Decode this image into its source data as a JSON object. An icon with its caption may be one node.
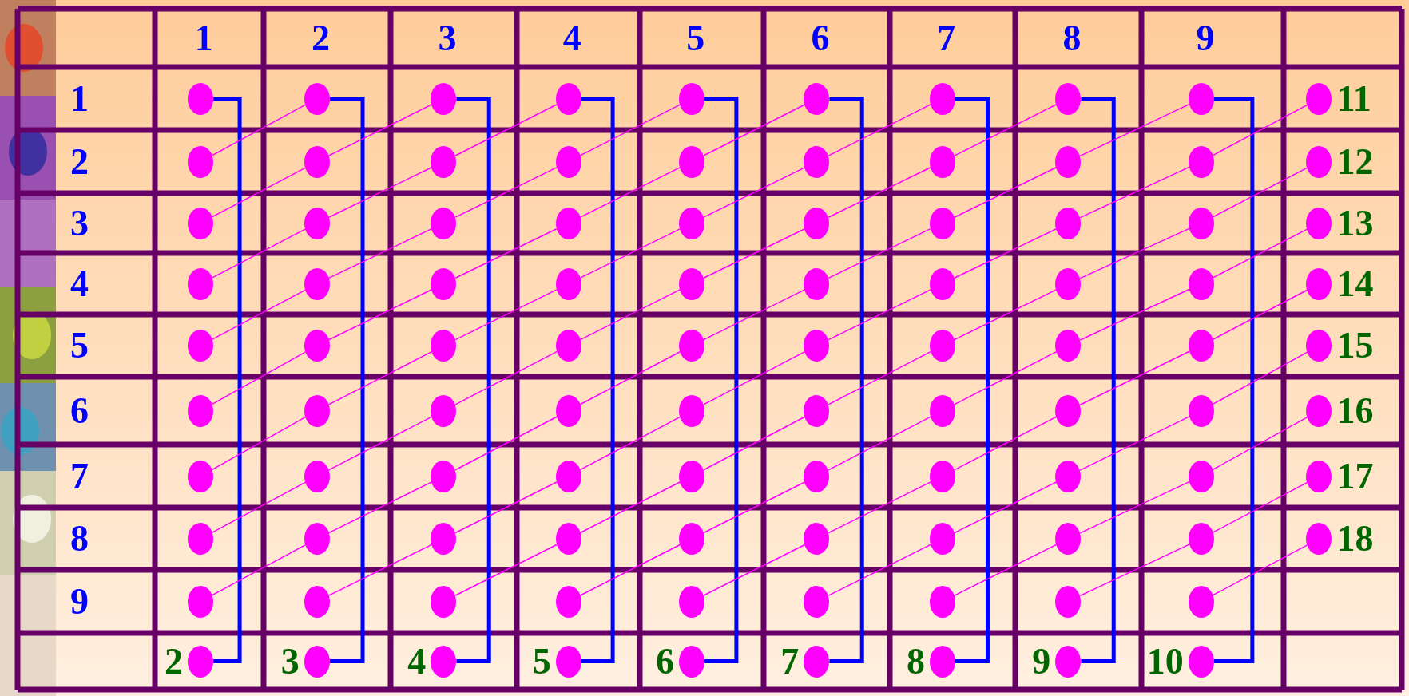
{
  "diagram": {
    "nodes": [
      {
        "text": [],
        "shape": "circle"
      },
      {
        "text": [],
        "shape": "circle"
      },
      {
        "text": [],
        "shape": "circle"
      },
      {
        "text": [],
        "shape": "circle"
      },
      {
        "text": [],
        "shape": "circle"
      },
      {
        "text": [],
        "shape": "circle"
      },
      {
        "text": [],
        "shape": "circle"
      },
      {
        "text": [],
        "shape": "circle"
      },
      {
        "text": [],
        "shape": "circle"
      },
      {
        "text": [],
        "shape": "circle",
        "beside": [
          "11"
        ]
      },
      {
        "text": [],
        "shape": "circle"
      },
      {
        "text": [],
        "shape": "circle"
      },
      {
        "text": [],
        "shape": "circle"
      },
      {
        "text": [],
        "shape": "circle"
      },
      {
        "text": [],
        "shape": "circle"
      },
      {
        "text": [],
        "shape": "circle"
      },
      {
        "text": [],
        "shape": "circle"
      },
      {
        "text": [],
        "shape": "circle"
      },
      {
        "text": [],
        "shape": "circle"
      },
      {
        "text": [],
        "shape": "circle",
        "beside": [
          "12"
        ]
      },
      {
        "text": [],
        "shape": "circle"
      },
      {
        "text": [],
        "shape": "circle"
      },
      {
        "text": [],
        "shape": "circle"
      },
      {
        "text": [],
        "shape": "circle"
      },
      {
        "text": [],
        "shape": "circle"
      },
      {
        "text": [],
        "shape": "circle"
      },
      {
        "text": [],
        "shape": "circle"
      },
      {
        "text": [],
        "shape": "circle"
      },
      {
        "text": [],
        "shape": "circle"
      },
      {
        "text": [],
        "shape": "circle",
        "beside": [
          "13"
        ]
      },
      {
        "text": [],
        "shape": "circle"
      },
      {
        "text": [],
        "shape": "circle"
      },
      {
        "text": [],
        "shape": "circle"
      },
      {
        "text": [],
        "shape": "circle"
      },
      {
        "text": [],
        "shape": "circle"
      },
      {
        "text": [],
        "shape": "circle"
      },
      {
        "text": [],
        "shape": "circle"
      },
      {
        "text": [],
        "shape": "circle"
      },
      {
        "text": [],
        "shape": "circle"
      },
      {
        "text": [],
        "shape": "circle",
        "beside": [
          "14"
        ]
      },
      {
        "text": [],
        "shape": "circle"
      },
      {
        "text": [],
        "shape": "circle"
      },
      {
        "text": [],
        "shape": "circle"
      },
      {
        "text": [],
        "shape": "circle"
      },
      {
        "text": [],
        "shape": "circle"
      },
      {
        "text": [],
        "shape": "circle"
      },
      {
        "text": [],
        "shape": "circle"
      },
      {
        "text": [],
        "shape": "circle"
      },
      {
        "text": [],
        "shape": "circle"
      },
      {
        "text": [],
        "shape": "circle",
        "beside": [
          "15"
        ]
      },
      {
        "text": [],
        "shape": "circle"
      },
      {
        "text": [],
        "shape": "circle"
      },
      {
        "text": [],
        "shape": "circle"
      },
      {
        "text": [],
        "shape": "circle"
      },
      {
        "text": [],
        "shape": "circle"
      },
      {
        "text": [],
        "shape": "circle"
      },
      {
        "text": [],
        "shape": "circle"
      },
      {
        "text": [],
        "shape": "circle"
      },
      {
        "text": [],
        "shape": "circle"
      },
      {
        "text": [],
        "shape": "circle",
        "beside": [
          "16"
        ]
      },
      {
        "text": [],
        "shape": "circle"
      },
      {
        "text": [],
        "shape": "circle"
      },
      {
        "text": [],
        "shape": "circle"
      },
      {
        "text": [],
        "shape": "circle"
      },
      {
        "text": [],
        "shape": "circle"
      },
      {
        "text": [],
        "shape": "circle"
      },
      {
        "text": [],
        "shape": "circle"
      },
      {
        "text": [],
        "shape": "circle"
      },
      {
        "text": [],
        "shape": "circle"
      },
      {
        "text": [],
        "shape": "circle",
        "beside": [
          "17"
        ]
      },
      {
        "text": [],
        "shape": "circle"
      },
      {
        "text": [],
        "shape": "circle"
      },
      {
        "text": [],
        "shape": "circle"
      },
      {
        "text": [],
        "shape": "circle"
      },
      {
        "text": [],
        "shape": "circle"
      },
      {
        "text": [],
        "shape": "circle"
      },
      {
        "text": [],
        "shape": "circle"
      },
      {
        "text": [],
        "shape": "circle"
      },
      {
        "text": [],
        "shape": "circle"
      },
      {
        "text": [],
        "shape": "circle",
        "beside": [
          "18"
        ]
      },
      {
        "text": [],
        "shape": "circle"
      },
      {
        "text": [],
        "shape": "circle"
      },
      {
        "text": [],
        "shape": "circle"
      },
      {
        "text": [],
        "shape": "circle"
      },
      {
        "text": [],
        "shape": "circle"
      },
      {
        "text": [],
        "shape": "circle"
      },
      {
        "text": [],
        "shape": "circle"
      },
      {
        "text": [],
        "shape": "circle"
      },
      {
        "text": [],
        "shape": "circle"
      },
      {
        "text": [],
        "shape": "circle",
        "beside": [
          "2"
        ]
      },
      {
        "text": [],
        "shape": "circle",
        "beside": [
          "3"
        ]
      },
      {
        "text": [],
        "shape": "circle",
        "beside": [
          "4"
        ]
      },
      {
        "text": [],
        "shape": "circle",
        "beside": [
          "5"
        ]
      },
      {
        "text": [],
        "shape": "circle",
        "beside": [
          "6"
        ]
      },
      {
        "text": [],
        "shape": "circle",
        "beside": [
          "7"
        ]
      },
      {
        "text": [],
        "shape": "circle",
        "beside": [
          "8"
        ]
      },
      {
        "text": [],
        "shape": "circle",
        "beside": [
          "9"
        ]
      },
      {
        "text": [],
        "shape": "circle",
        "beside": [
          "10"
        ]
      }
    ],
    "edges": [
      {
        "from": 0,
        "to": 89,
        "arrow": "none",
        "style": "thick",
        "color": "#0000ff"
      },
      {
        "from": 1,
        "to": 90,
        "arrow": "none",
        "style": "thick",
        "color": "#0000ff"
      },
      {
        "from": 2,
        "to": 91,
        "arrow": "none",
        "style": "thick",
        "color": "#0000ff"
      },
      {
        "from": 3,
        "to": 92,
        "arrow": "none",
        "style": "thick",
        "color": "#0000ff"
      },
      {
        "from": 4,
        "to": 93,
        "arrow": "none",
        "style": "thick",
        "color": "#0000ff"
      },
      {
        "from": 5,
        "to": 94,
        "arrow": "none",
        "style": "thick",
        "color": "#0000ff"
      },
      {
        "from": 6,
        "to": 95,
        "arrow": "none",
        "style": "thick",
        "color": "#0000ff"
      },
      {
        "from": 7,
        "to": 96,
        "arrow": "none",
        "style": "thick",
        "color": "#0000ff"
      },
      {
        "from": 8,
        "to": 97,
        "arrow": "none",
        "style": "thick",
        "color": "#0000ff"
      },
      {
        "from": 10,
        "to": 1,
        "arrow": "none"
      },
      {
        "from": 11,
        "to": 2,
        "arrow": "none"
      },
      {
        "from": 12,
        "to": 3,
        "arrow": "none"
      },
      {
        "from": 13,
        "to": 4,
        "arrow": "none"
      },
      {
        "from": 14,
        "to": 5,
        "arrow": "none"
      },
      {
        "from": 15,
        "to": 6,
        "arrow": "none"
      },
      {
        "from": 16,
        "to": 7,
        "arrow": "none"
      },
      {
        "from": 17,
        "to": 8,
        "arrow": "none"
      },
      {
        "from": 18,
        "to": 9,
        "arrow": "none"
      },
      {
        "from": 20,
        "to": 11,
        "arrow": "none"
      },
      {
        "from": 21,
        "to": 12,
        "arrow": "none"
      },
      {
        "from": 22,
        "to": 13,
        "arrow": "none"
      },
      {
        "from": 23,
        "to": 14,
        "arrow": "none"
      },
      {
        "from": 24,
        "to": 15,
        "arrow": "none"
      },
      {
        "from": 25,
        "to": 16,
        "arrow": "none"
      },
      {
        "from": 26,
        "to": 17,
        "arrow": "none"
      },
      {
        "from": 27,
        "to": 18,
        "arrow": "none"
      },
      {
        "from": 28,
        "to": 19,
        "arrow": "none"
      },
      {
        "from": 30,
        "to": 21,
        "arrow": "none"
      },
      {
        "from": 31,
        "to": 22,
        "arrow": "none"
      },
      {
        "from": 32,
        "to": 23,
        "arrow": "none"
      },
      {
        "from": 33,
        "to": 24,
        "arrow": "none"
      },
      {
        "from": 34,
        "to": 25,
        "arrow": "none"
      },
      {
        "from": 35,
        "to": 26,
        "arrow": "none"
      },
      {
        "from": 36,
        "to": 27,
        "arrow": "none"
      },
      {
        "from": 37,
        "to": 28,
        "arrow": "none"
      },
      {
        "from": 38,
        "to": 29,
        "arrow": "none"
      },
      {
        "from": 40,
        "to": 31,
        "arrow": "none"
      },
      {
        "from": 41,
        "to": 32,
        "arrow": "none"
      },
      {
        "from": 42,
        "to": 33,
        "arrow": "none"
      },
      {
        "from": 43,
        "to": 34,
        "arrow": "none"
      },
      {
        "from": 44,
        "to": 35,
        "arrow": "none"
      },
      {
        "from": 45,
        "to": 36,
        "arrow": "none"
      },
      {
        "from": 46,
        "to": 37,
        "arrow": "none"
      },
      {
        "from": 47,
        "to": 38,
        "arrow": "none"
      },
      {
        "from": 48,
        "to": 39,
        "arrow": "none"
      },
      {
        "from": 50,
        "to": 41,
        "arrow": "none"
      },
      {
        "from": 51,
        "to": 42,
        "arrow": "none"
      },
      {
        "from": 52,
        "to": 43,
        "arrow": "none"
      },
      {
        "from": 53,
        "to": 44,
        "arrow": "none"
      },
      {
        "from": 54,
        "to": 45,
        "arrow": "none"
      },
      {
        "from": 55,
        "to": 46,
        "arrow": "none"
      },
      {
        "from": 56,
        "to": 47,
        "arrow": "none"
      },
      {
        "from": 57,
        "to": 48,
        "arrow": "none"
      },
      {
        "from": 58,
        "to": 49,
        "arrow": "none"
      },
      {
        "from": 60,
        "to": 51,
        "arrow": "none"
      },
      {
        "from": 61,
        "to": 52,
        "arrow": "none"
      },
      {
        "from": 62,
        "to": 53,
        "arrow": "none"
      },
      {
        "from": 63,
        "to": 54,
        "arrow": "none"
      },
      {
        "from": 64,
        "to": 55,
        "arrow": "none"
      },
      {
        "from": 65,
        "to": 56,
        "arrow": "none"
      },
      {
        "from": 66,
        "to": 57,
        "arrow": "none"
      },
      {
        "from": 67,
        "to": 58,
        "arrow": "none"
      },
      {
        "from": 68,
        "to": 59,
        "arrow": "none"
      },
      {
        "from": 70,
        "to": 61,
        "arrow": "none"
      },
      {
        "from": 71,
        "to": 62,
        "arrow": "none"
      },
      {
        "from": 72,
        "to": 63,
        "arrow": "none"
      },
      {
        "from": 73,
        "to": 64,
        "arrow": "none"
      },
      {
        "from": 74,
        "to": 65,
        "arrow": "none"
      },
      {
        "from": 75,
        "to": 66,
        "arrow": "none"
      },
      {
        "from": 76,
        "to": 67,
        "arrow": "none"
      },
      {
        "from": 77,
        "to": 68,
        "arrow": "none"
      },
      {
        "from": 78,
        "to": 69,
        "arrow": "none"
      },
      {
        "from": 80,
        "to": 71,
        "arrow": "none"
      },
      {
        "from": 81,
        "to": 72,
        "arrow": "none"
      },
      {
        "from": 82,
        "to": 73,
        "arrow": "none"
      },
      {
        "from": 83,
        "to": 74,
        "arrow": "none"
      },
      {
        "from": 84,
        "to": 75,
        "arrow": "none"
      },
      {
        "from": 85,
        "to": 76,
        "arrow": "none"
      },
      {
        "from": 86,
        "to": 77,
        "arrow": "none"
      },
      {
        "from": 87,
        "to": 78,
        "arrow": "none"
      },
      {
        "from": 88,
        "to": 79,
        "arrow": "none"
      }
    ],
    "labels": [
      "1",
      "2",
      "3",
      "4",
      "5",
      "6",
      "7",
      "8",
      "9",
      "1",
      "2",
      "3",
      "4",
      "5",
      "6",
      "7",
      "8",
      "9"
    ]
  }
}
